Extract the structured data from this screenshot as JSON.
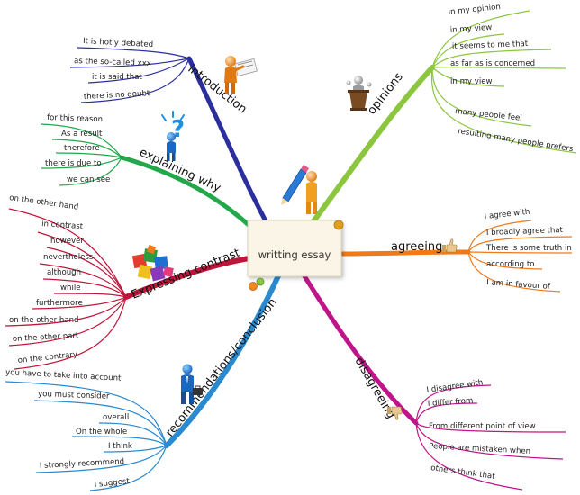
{
  "center": {
    "title": "writting essay"
  },
  "branches": [
    {
      "id": "introduction",
      "label": "introduction",
      "color": "#2b2f9e",
      "icon": "presenter-figure-icon",
      "items": [
        "It is hotly debated",
        "as the so-called xxx",
        "it is said that",
        "there is no doubt"
      ]
    },
    {
      "id": "explaining-why",
      "label": "explaining why",
      "color": "#22a84a",
      "icon": "question-figure-icon",
      "items": [
        "for this reason",
        "As a result",
        "therefore",
        "there is due to",
        "we can see"
      ]
    },
    {
      "id": "expressing-contrast",
      "label": "Expressing contrast",
      "color": "#c0153a",
      "icon": "puzzle-icon",
      "items": [
        "on the other hand",
        "in contrast",
        "however",
        "nevertheless",
        "although",
        "while",
        "furthermore",
        "on the other hand",
        "on the other part",
        "on the contrary"
      ]
    },
    {
      "id": "recommendations",
      "label": "recommendations/conclusion",
      "color": "#2a8ad0",
      "icon": "businessman-icon",
      "items": [
        "you have to take into account",
        "you must consider",
        "overall",
        "On the whole",
        "I think",
        "I strongly recommend",
        "I suggest"
      ]
    },
    {
      "id": "opinions",
      "label": "opinions",
      "color": "#8cc63f",
      "icon": "podium-icon",
      "items": [
        "in my opinion",
        "in my view",
        "it seems to me that",
        "as far as is concerned",
        "in my view",
        "many people feel",
        "resulting many people prefers"
      ]
    },
    {
      "id": "agreeing",
      "label": "agreeing",
      "color": "#f07a1a",
      "icon": "thumbs-up-icon",
      "items": [
        "I agree with",
        "I broadly agree that",
        "There is some truth in",
        "according to",
        "I am in favour of"
      ]
    },
    {
      "id": "disagreeing",
      "label": "disagreeing",
      "color": "#c0158a",
      "icon": "thumbs-down-icon",
      "items": [
        "I disagree with",
        "I differ from",
        "From different point of view",
        "People are mistaken when",
        "others think that"
      ]
    }
  ]
}
